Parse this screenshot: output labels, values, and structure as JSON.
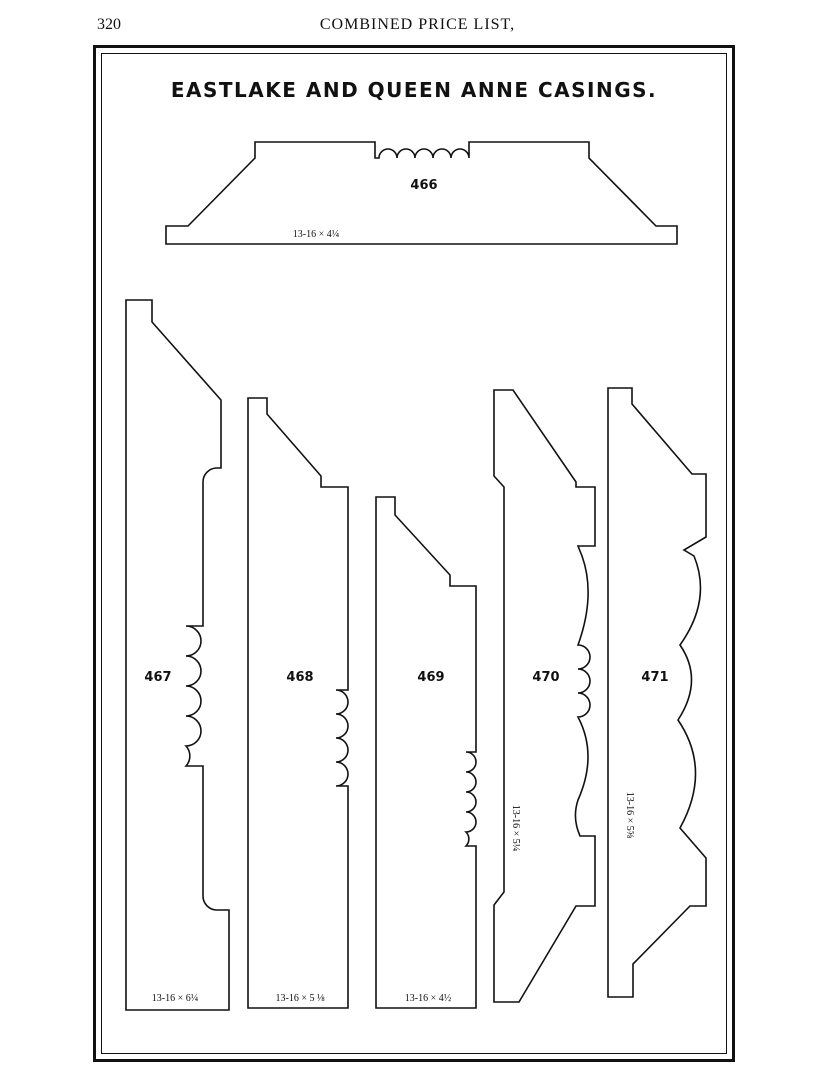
{
  "page": {
    "number": "320",
    "running_head": "COMBINED PRICE LIST,",
    "title": "EASTLAKE AND QUEEN ANNE CASINGS."
  },
  "casings": [
    {
      "number": "466",
      "size": "13-16 × 4¼"
    },
    {
      "number": "467",
      "size": "13-16 × 6¼"
    },
    {
      "number": "468",
      "size": "13-16 × 5 ⅛"
    },
    {
      "number": "469",
      "size": "13-16 × 4½"
    },
    {
      "number": "470",
      "size": "13-16 × 5¼"
    },
    {
      "number": "471",
      "size": "13-16 × 5⅝"
    }
  ]
}
